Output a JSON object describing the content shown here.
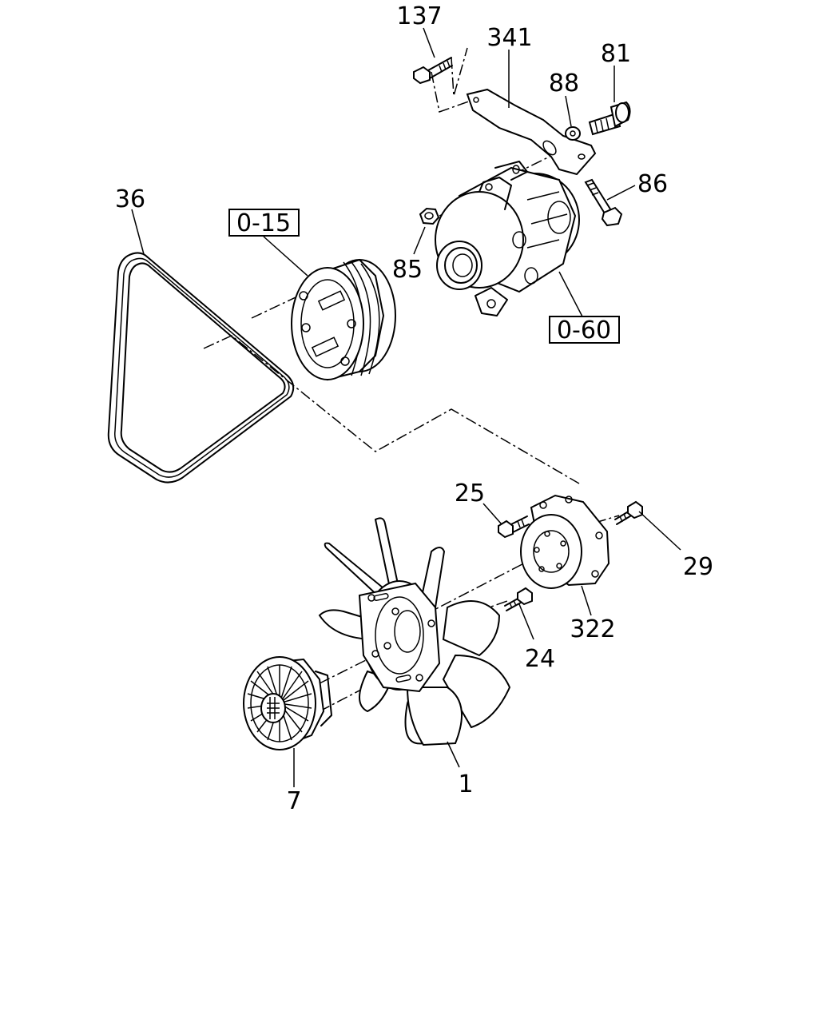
{
  "callouts": {
    "p137": "137",
    "p341": "341",
    "p81": "81",
    "p88": "88",
    "p86": "86",
    "p85": "85",
    "p36": "36",
    "p25": "25",
    "p29": "29",
    "p322": "322",
    "p24": "24",
    "p1": "1",
    "p7": "7"
  },
  "references": {
    "r015": "0-15",
    "r060": "0-60"
  }
}
